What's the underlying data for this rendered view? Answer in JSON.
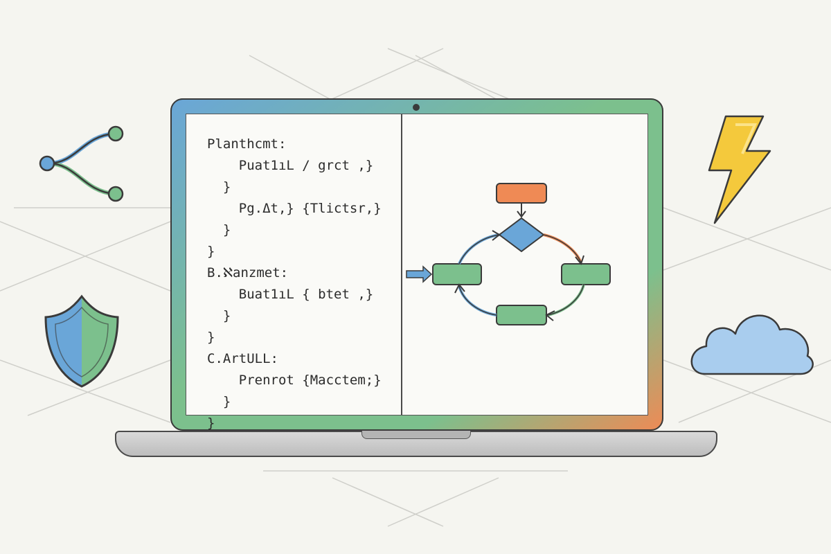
{
  "colors": {
    "blue": "#6aa6d8",
    "green": "#7cc08d",
    "orange": "#ef8a55",
    "yellow": "#f4c93c",
    "outline": "#3a3a3a",
    "background": "#f5f5f0"
  },
  "code_panel": {
    "lines": [
      "Planthcmt:",
      "    Puat1ıL / grct ,}",
      "  }",
      "    Pg.Δt,} {Tlictsr,}",
      "  }",
      "}",
      "B.ℵanzmet:",
      "    Buat1ıL { btet ,}",
      "  }",
      "}",
      "C.ArtULL:",
      "    Prenrot {Macctem;}",
      "  }",
      "}"
    ]
  },
  "icons": {
    "share": "share-icon",
    "lightning": "lightning-icon",
    "shield": "shield-icon",
    "cloud": "cloud-icon"
  }
}
